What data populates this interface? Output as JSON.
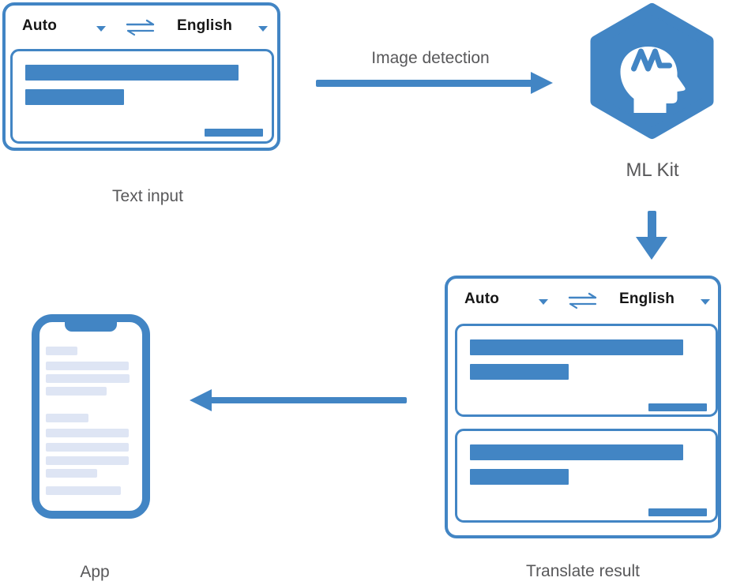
{
  "colors": {
    "accent_blue": "#4285c4",
    "placeholder_bar_light": "#dee5f4",
    "caption_gray": "#58585a",
    "header_text": "#161616"
  },
  "text_input_card": {
    "source_lang": "Auto",
    "target_lang": "English",
    "caption": "Text input"
  },
  "flow": {
    "image_detection_label": "Image detection"
  },
  "ml_kit": {
    "caption": "ML Kit"
  },
  "translate_card": {
    "source_lang": "Auto",
    "target_lang": "English",
    "caption": "Translate result"
  },
  "app": {
    "caption": "App"
  },
  "icons": {
    "swap": "swap-languages-icon",
    "dropdown": "chevron-down-icon",
    "logo": "ml-kit-head-icon"
  }
}
